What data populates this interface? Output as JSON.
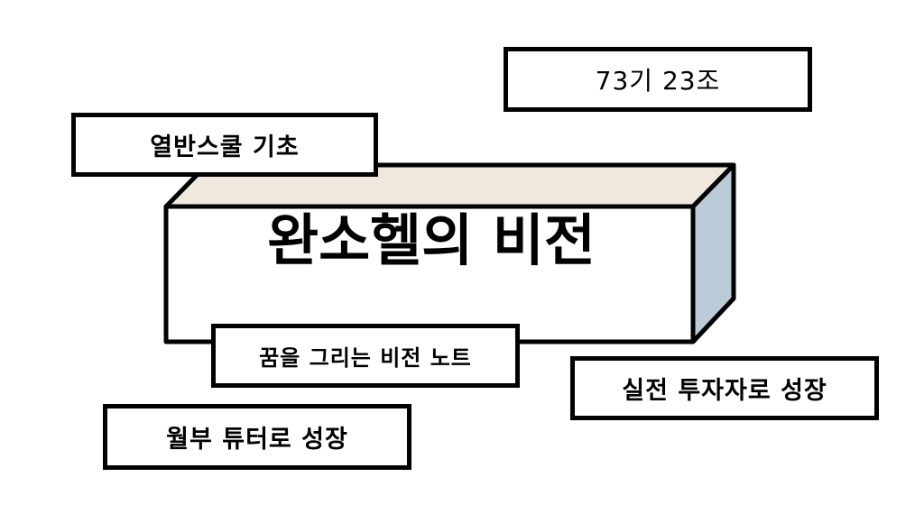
{
  "colors": {
    "stroke": "#000000",
    "block_top": "#efe8de",
    "block_side": "#bccbd8",
    "block_front": "#ffffff"
  },
  "main_block": {
    "title": "완소헬의 비전"
  },
  "tags": {
    "cohort": "73기 23조",
    "basics": "열반스쿨 기초",
    "dream_note": "꿈을 그리는 비전 노트",
    "practical_invest": "실전 투자자로 성장",
    "monthly_tutor": "월부 튜터로 성장"
  }
}
